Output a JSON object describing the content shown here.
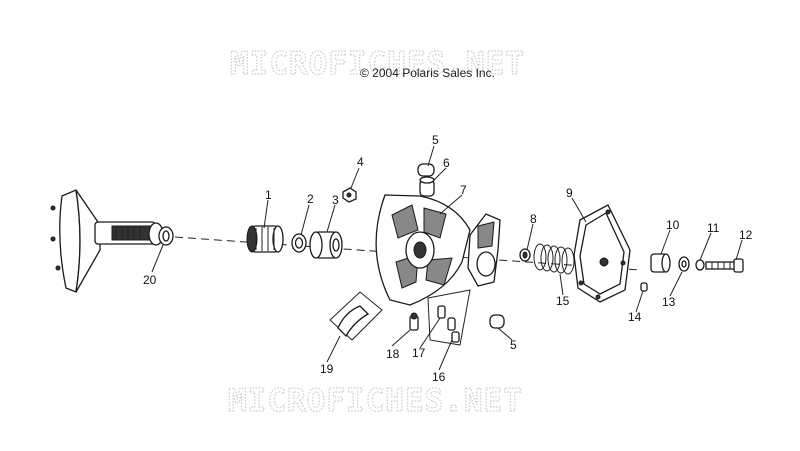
{
  "watermark": {
    "top": "MICROFICHES.NET",
    "bottom": "MICROFICHES.NET"
  },
  "copyright": "© 2004 Polaris Sales Inc.",
  "callouts": [
    "1",
    "2",
    "3",
    "4",
    "5",
    "6",
    "7",
    "8",
    "9",
    "10",
    "11",
    "12",
    "13",
    "14",
    "15",
    "16",
    "17",
    "18",
    "19",
    "20",
    "5"
  ]
}
